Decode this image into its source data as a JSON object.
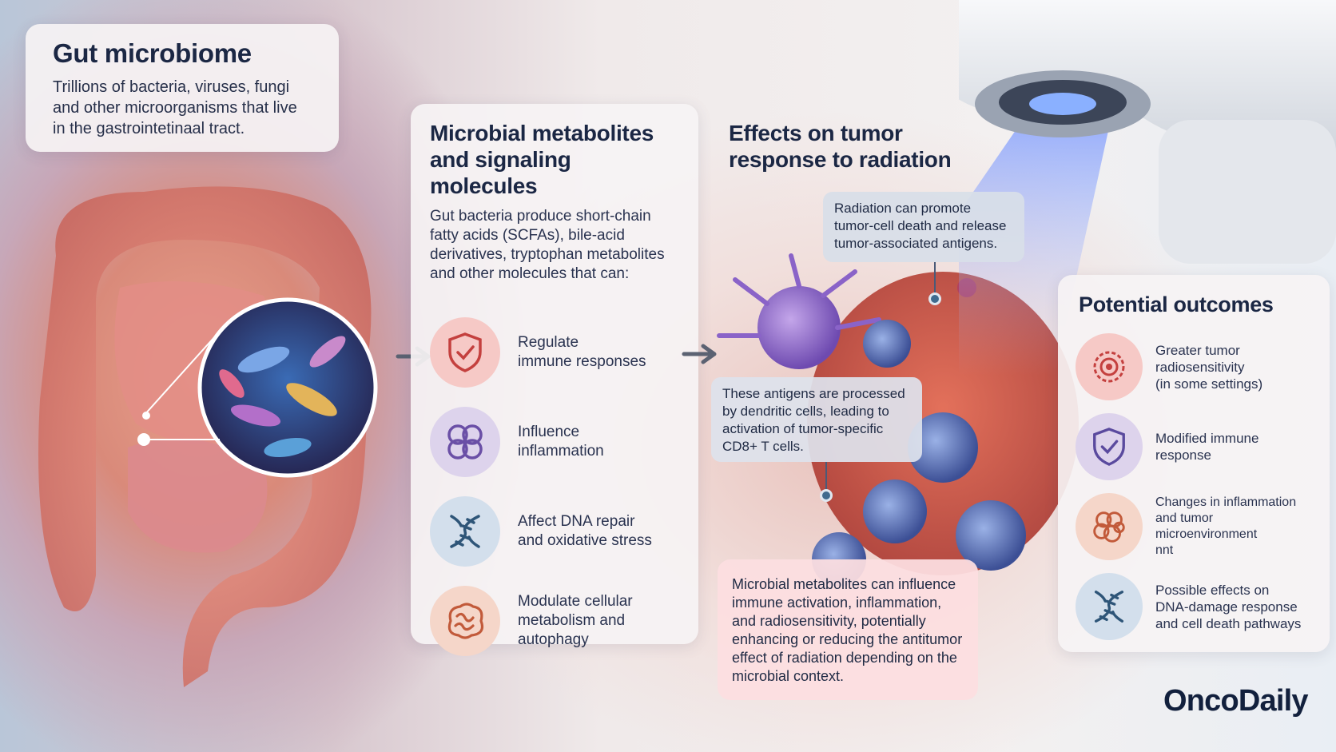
{
  "gut": {
    "title": "Gut microbiome",
    "description": "Trillions of bacteria, viruses, fungi and other microorganisms that live in the gastrointetinaal tract."
  },
  "metabolites": {
    "title_line1": "Microbial metabolites",
    "title_line2": "and signaling molecules",
    "intro": "Gut bacteria produce short-chain fatty acids (SCFAs), bile-acid derivatives, tryptophan metabolites and other molecules that can:",
    "items": [
      {
        "line1": "Regulate",
        "line2": "immune responses",
        "icon": "shield-check-icon",
        "color": "#f6c9c6"
      },
      {
        "line1": "Influence",
        "line2": "inflammation",
        "icon": "cells-cluster-icon",
        "color": "#ddd3ec"
      },
      {
        "line1": "Affect DNA repair",
        "line2": "and oxidative stress",
        "icon": "dna-icon",
        "color": "#d3dfec"
      },
      {
        "line1": "Modulate cellular",
        "line2": "metabolism and autophagy",
        "icon": "mitochondria-icon",
        "color": "#f5d6c9"
      }
    ]
  },
  "effects": {
    "title_line1": "Effects on tumor",
    "title_line2": "response to radiation",
    "radiation_callout": "Radiation can promote tumor-cell death and release tumor-associated antigens.",
    "antigen_callout": "These antigens are processed by dendritic cells, leading to activation of tumor-specific CD8+ T cells.",
    "microbial_callout": "Microbial metabolites can influence immune activation, inflammation, and radiosensitivity, potentially enhancing or reducing the antitumor effect of radiation depending on the microbial context."
  },
  "outcomes": {
    "title": "Potential outcomes",
    "items": [
      {
        "lines": [
          "Greater tumor",
          "radiosensitivity",
          "(in some settings)"
        ],
        "icon": "tumor-target-icon",
        "color": "#f6c9c6"
      },
      {
        "lines": [
          "Modified immune",
          "response"
        ],
        "icon": "shield-check-icon",
        "color": "#ddd3ec"
      },
      {
        "lines": [
          "Changes in inflammation",
          "and tumor microenvironment",
          "nnt"
        ],
        "icon": "inflammation-cells-icon",
        "color": "#f5d6c9"
      },
      {
        "lines": [
          "Possible effects on",
          "DNA-damage response",
          "and cell death pathways"
        ],
        "icon": "dna-icon",
        "color": "#d3dfec"
      }
    ]
  },
  "brand": "OncoDaily"
}
